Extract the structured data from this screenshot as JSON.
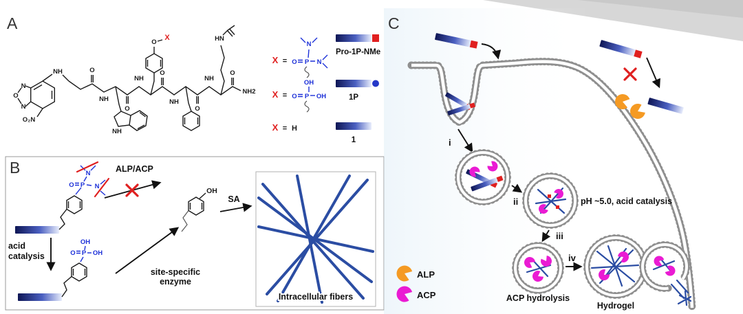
{
  "colors": {
    "bar_navy": "#0e1655",
    "bar_light": "#e8edfc",
    "red": "#e02020",
    "structure_blue": "#1b2fd8",
    "orange_alp": "#f59a23",
    "magenta_acp": "#ea1bd3",
    "fiber_blue": "#2b4da3",
    "membrane_gray": "#8f8f8f"
  },
  "A": {
    "label": "A",
    "nbd": {
      "n1": "N",
      "o": "O",
      "n2": "N",
      "no2": "O₂N",
      "nh": "NH"
    },
    "bb": {
      "o1": "O",
      "nh1": "NH",
      "o2": "O",
      "nh2": "NH",
      "o3": "O",
      "nh3": "NH",
      "o4": "O",
      "nh4": "NH",
      "o5": "O",
      "nh2term": "NH2"
    },
    "trp": {
      "nh": "NH"
    },
    "tyr": {
      "o": "O",
      "x": "X"
    },
    "lys": {
      "hn": "HN"
    },
    "defs": [
      {
        "x": "X",
        "eq": "=",
        "n1": "N",
        "o": "O",
        "p": "P",
        "n2": "N",
        "name": "Pro-1P-NMe"
      },
      {
        "x": "X",
        "eq": "=",
        "oh1": "OH",
        "o": "O",
        "p": "P",
        "oh2": "OH",
        "name": "1P"
      },
      {
        "x": "X",
        "eq": "=",
        "h": "H",
        "name": "1"
      }
    ]
  },
  "B": {
    "label": "B",
    "mol1": {
      "o": "O",
      "p": "P",
      "n1": "N",
      "n2": "N"
    },
    "enzymes": "ALP/ACP",
    "acid1": "acid",
    "acid2": "catalysis",
    "mol2": {
      "oh1": "OH",
      "o": "O",
      "p": "P",
      "oh2": "OH"
    },
    "enz1": "site-specific",
    "enz2": "enzyme",
    "mol3": {
      "oh": "OH"
    },
    "sa": "SA",
    "fibers": "Intracellular fibers"
  },
  "C": {
    "label": "C",
    "i": "i",
    "ii": "ii",
    "iii": "iii",
    "iv": "iv",
    "ph": "pH ~5.0, acid catalysis",
    "acp_hydrolysis": "ACP hydrolysis",
    "hydrogel": "Hydrogel",
    "legend_alp": "ALP",
    "legend_acp": "ACP"
  }
}
